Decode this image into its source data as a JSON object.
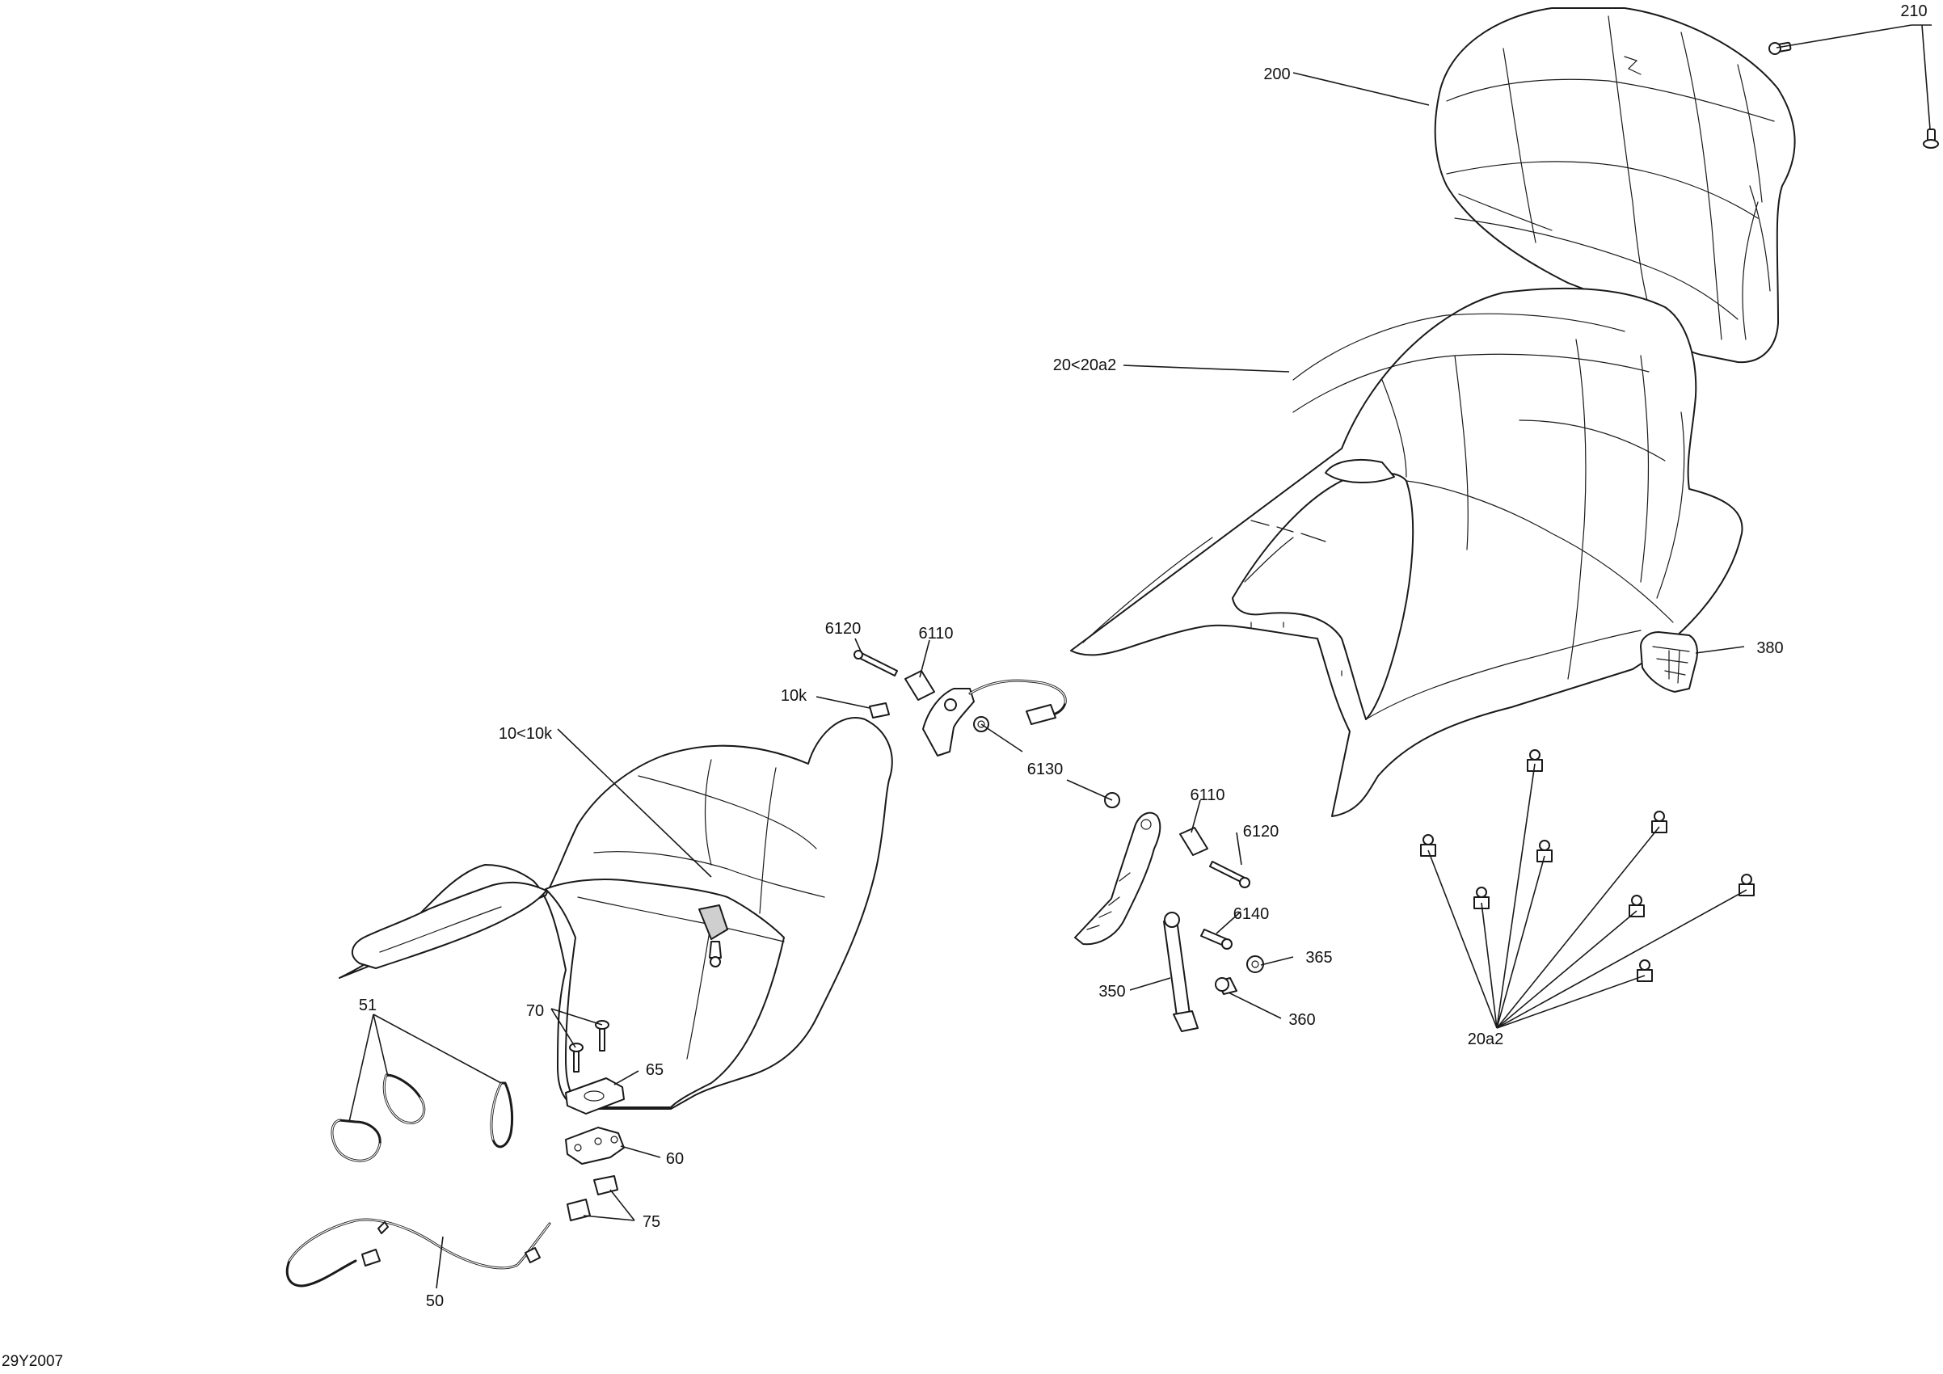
{
  "diagram": {
    "reference": "29Y2007",
    "callouts": {
      "c210": "210",
      "c200": "200",
      "c20": "20<20a2",
      "c380": "380",
      "c6120a": "6120",
      "c6110a": "6110",
      "c10k": "10k",
      "c10": "10<10k",
      "c6130": "6130",
      "c6110b": "6110",
      "c6120b": "6120",
      "c6140": "6140",
      "c365": "365",
      "c350": "350",
      "c360": "360",
      "c20a2": "20a2",
      "c51": "51",
      "c70": "70",
      "c65": "65",
      "c60": "60",
      "c75": "75",
      "c50": "50"
    }
  }
}
